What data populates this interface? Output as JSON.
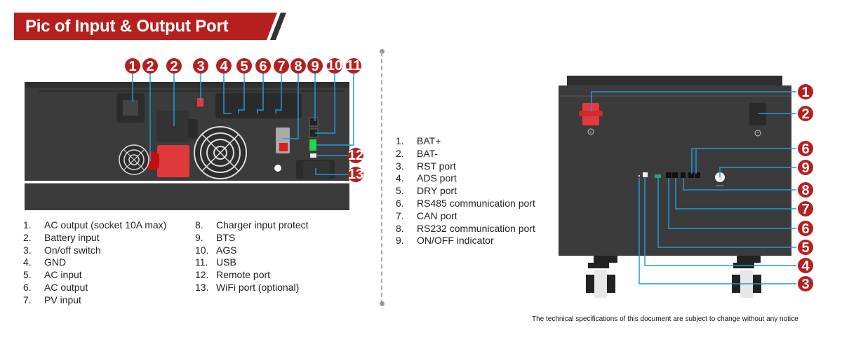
{
  "header": {
    "title": "Pic of Input & Output Port",
    "accent_color": "#b22222"
  },
  "inverter_panel": {
    "callouts_top": [
      "1",
      "2",
      "2",
      "3",
      "4",
      "5",
      "6",
      "7",
      "8",
      "9",
      "10",
      "11"
    ],
    "callouts_side": [
      "12",
      "13"
    ],
    "legend_col1": [
      {
        "num": "1.",
        "label": "AC output (socket 10A max)"
      },
      {
        "num": "2.",
        "label": "Battery input"
      },
      {
        "num": "3.",
        "label": "On/off switch"
      },
      {
        "num": "4.",
        "label": "GND"
      },
      {
        "num": "5.",
        "label": "AC input"
      },
      {
        "num": "6.",
        "label": "AC output"
      },
      {
        "num": "7.",
        "label": "PV input"
      }
    ],
    "legend_col2": [
      {
        "num": "8.",
        "label": "Charger input protect"
      },
      {
        "num": "9.",
        "label": "BTS"
      },
      {
        "num": "10.",
        "label": "AGS"
      },
      {
        "num": "11.",
        "label": "USB"
      },
      {
        "num": "12.",
        "label": "Remote port"
      },
      {
        "num": "13.",
        "label": "WiFi port (optional)"
      }
    ]
  },
  "battery_panel": {
    "callouts": [
      "1",
      "2",
      "6",
      "9",
      "8",
      "7",
      "6",
      "5",
      "4",
      "3"
    ],
    "legend": [
      {
        "num": "1.",
        "label": "BAT+"
      },
      {
        "num": "2.",
        "label": "BAT-"
      },
      {
        "num": "3.",
        "label": "RST port"
      },
      {
        "num": "4.",
        "label": "ADS port"
      },
      {
        "num": "5.",
        "label": "DRY port"
      },
      {
        "num": "6.",
        "label": "RS485 communication port"
      },
      {
        "num": "7.",
        "label": "CAN port"
      },
      {
        "num": "8.",
        "label": "RS232 communication port"
      },
      {
        "num": "9.",
        "label": "ON/OFF indicator"
      }
    ],
    "terminal_symbols": {
      "positive": "+",
      "negative": "−"
    },
    "switch_label": "ON/OFF"
  },
  "footnote": "The technical specifications of this document are subject to change without any notice"
}
